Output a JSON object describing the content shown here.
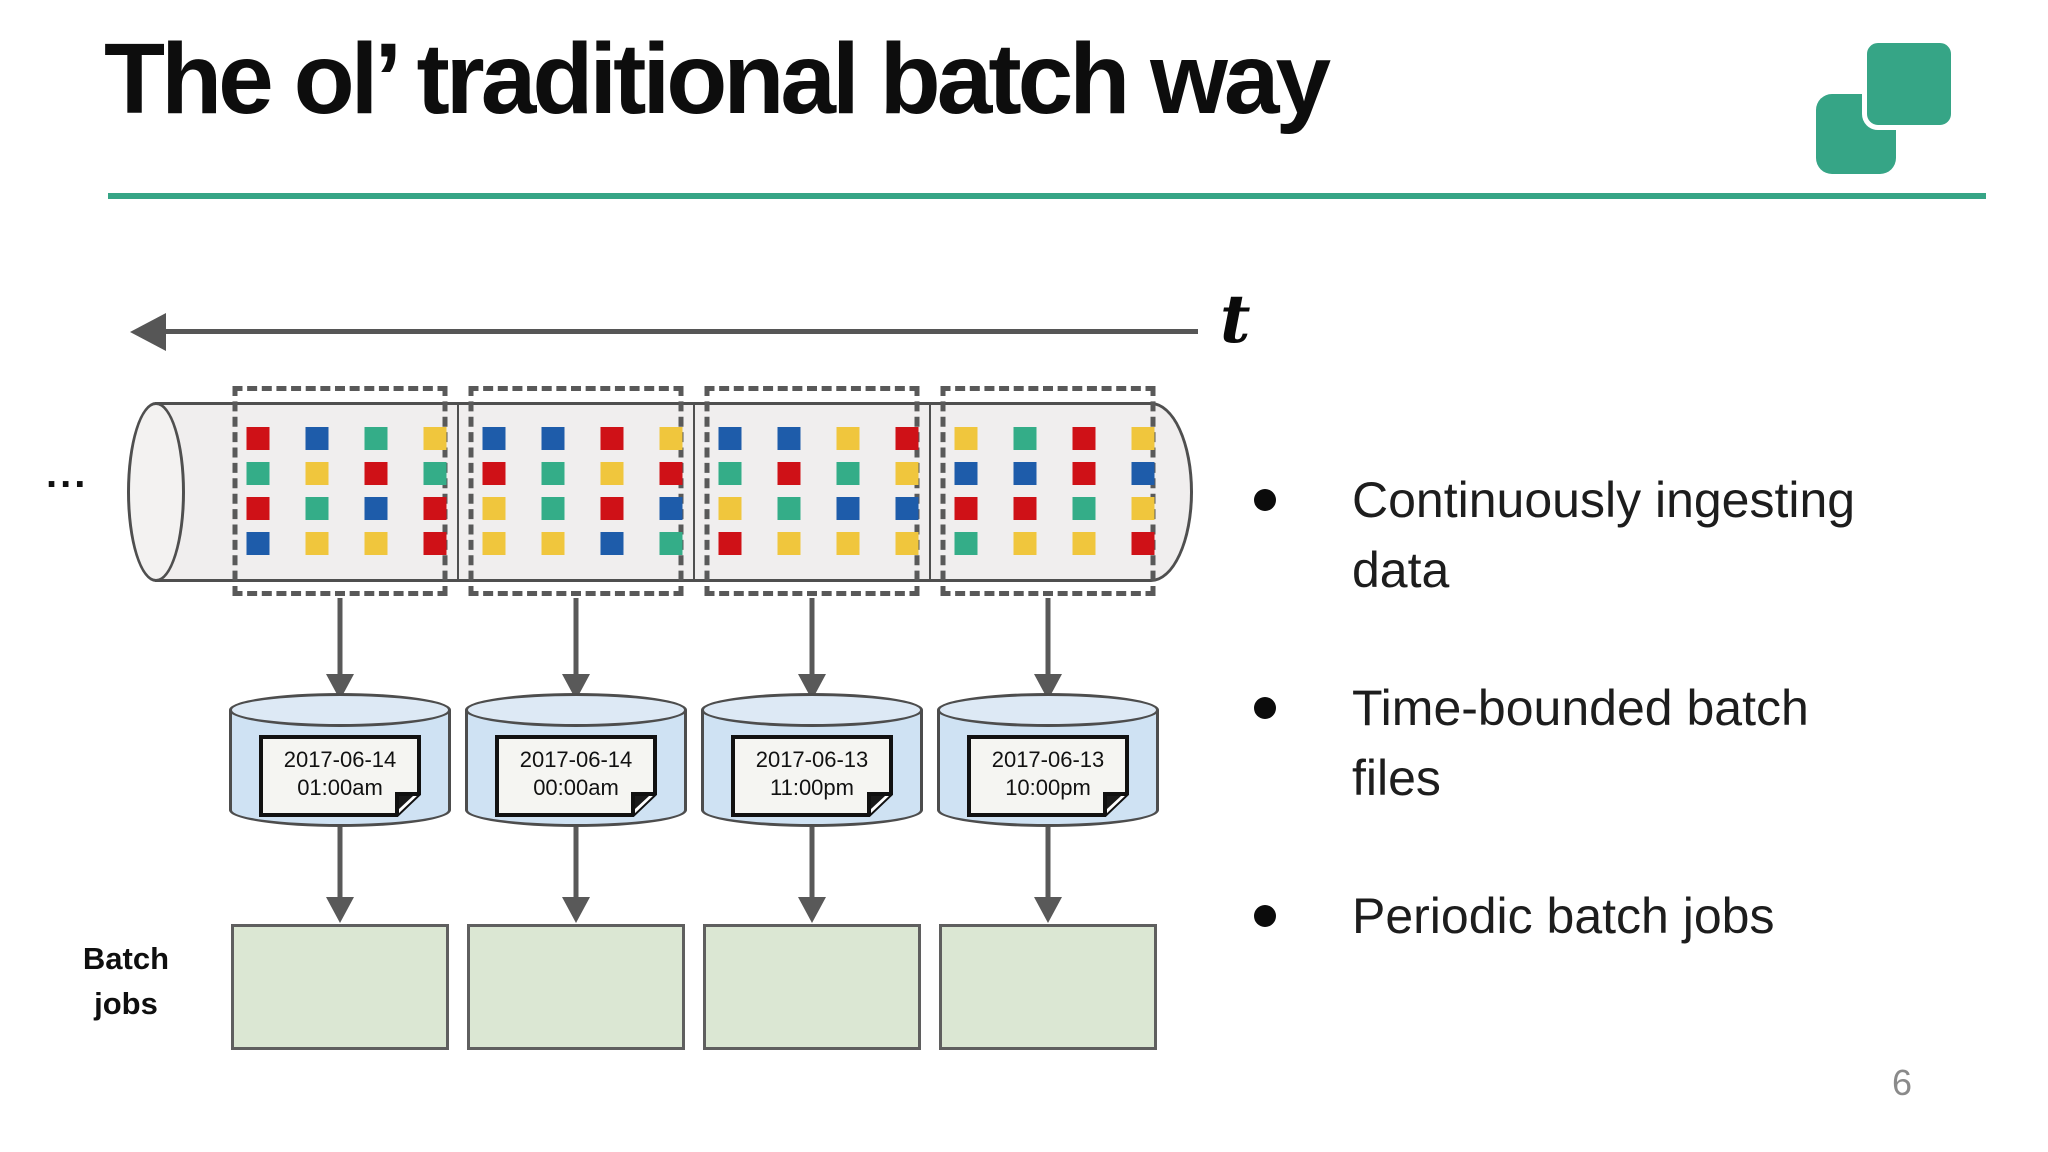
{
  "slide": {
    "title": "The ol’ traditional batch way",
    "page_number": "6"
  },
  "colors": {
    "accent": "#36a586",
    "red": "#cf1117",
    "blue": "#1e5caa",
    "teal": "#34ad88",
    "yellow": "#f0c63d"
  },
  "timeline": {
    "label": "t",
    "ellipsis": "..."
  },
  "pipe": {
    "sections": [
      {
        "rows": [
          [
            "red",
            "blue",
            "teal",
            "yellow"
          ],
          [
            "teal",
            "yellow",
            "red",
            "teal"
          ],
          [
            "red",
            "teal",
            "blue",
            "red"
          ],
          [
            "blue",
            "yellow",
            "yellow",
            "red"
          ]
        ]
      },
      {
        "rows": [
          [
            "blue",
            "blue",
            "red",
            "yellow"
          ],
          [
            "red",
            "teal",
            "yellow",
            "red"
          ],
          [
            "yellow",
            "teal",
            "red",
            "blue"
          ],
          [
            "yellow",
            "yellow",
            "blue",
            "teal"
          ]
        ]
      },
      {
        "rows": [
          [
            "blue",
            "blue",
            "yellow",
            "red"
          ],
          [
            "teal",
            "red",
            "teal",
            "yellow"
          ],
          [
            "yellow",
            "teal",
            "blue",
            "blue"
          ],
          [
            "red",
            "yellow",
            "yellow",
            "yellow"
          ]
        ]
      },
      {
        "rows": [
          [
            "yellow",
            "teal",
            "red",
            "yellow"
          ],
          [
            "blue",
            "blue",
            "red",
            "blue"
          ],
          [
            "red",
            "red",
            "teal",
            "yellow"
          ],
          [
            "teal",
            "yellow",
            "yellow",
            "red"
          ]
        ]
      }
    ]
  },
  "batch_files": [
    {
      "date": "2017-06-14",
      "time": "01:00am"
    },
    {
      "date": "2017-06-14",
      "time": "00:00am"
    },
    {
      "date": "2017-06-13",
      "time": "11:00pm"
    },
    {
      "date": "2017-06-13",
      "time": "10:00pm"
    }
  ],
  "batch_jobs_label": {
    "line1": "Batch",
    "line2": "jobs"
  },
  "bullets": [
    {
      "text": "Continuously ingesting data"
    },
    {
      "text": "Time-bounded batch files"
    },
    {
      "text": "Periodic batch jobs"
    }
  ]
}
